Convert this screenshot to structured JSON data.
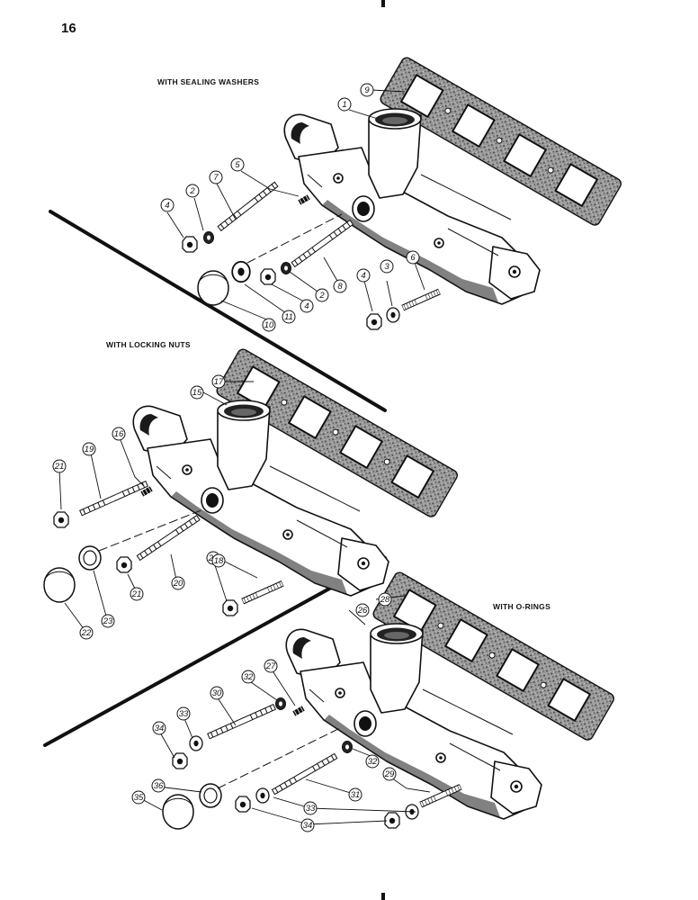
{
  "page": {
    "number": "16"
  },
  "colors": {
    "ink": "#111111",
    "paper": "#ffffff",
    "gasket_fill": "#8a8a8a"
  },
  "sections": [
    {
      "id": "sealing",
      "label": "WITH SEALING WASHERS"
    },
    {
      "id": "locking",
      "label": "WITH LOCKING NUTS"
    },
    {
      "id": "orings",
      "label": "WITH O-RINGS"
    }
  ],
  "callouts": {
    "c1": "1",
    "c9": "9",
    "c5": "5",
    "c7": "7",
    "c2a": "2",
    "c4a": "4",
    "c8": "8",
    "c2b": "2",
    "c4b": "4",
    "c11": "11",
    "c10": "10",
    "c4c": "4",
    "c3": "3",
    "c6": "6",
    "c17": "17",
    "c15": "15",
    "c16": "16",
    "c19": "19",
    "c21a": "21",
    "c21b": "21",
    "c20": "20",
    "c21c": "21",
    "c18": "18",
    "c22": "22",
    "c23": "23",
    "c28": "28",
    "c26": "26",
    "c27": "27",
    "c32a": "32",
    "c30": "30",
    "c33a": "33",
    "c34a": "34",
    "c32b": "32",
    "c29": "29",
    "c31": "31",
    "c33b": "33",
    "c34b": "34",
    "c36": "36",
    "c35": "35"
  }
}
